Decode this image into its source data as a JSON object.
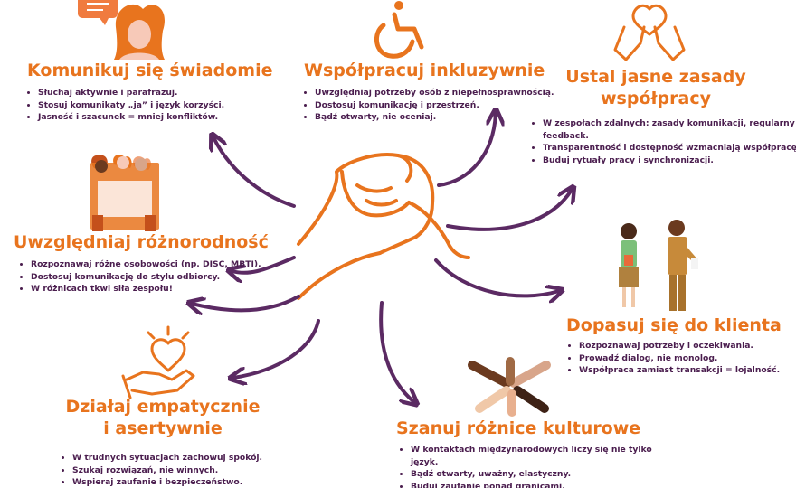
{
  "colors": {
    "accent": "#e8741e",
    "text": "#4a1d4e",
    "arrow": "#5b2a63"
  },
  "icons": [
    "speech-woman-icon",
    "wheelchair-icon",
    "hands-heart-icon",
    "diverse-group-icon",
    "business-people-icon",
    "heart-hands-icon",
    "joined-hands-icon",
    "handshake-icon"
  ],
  "sections": [
    {
      "title": "Komunikuj się świadomie",
      "points": [
        "Słuchaj aktywnie i parafrazuj.",
        "Stosuj komunikaty „ja” i język korzyści.",
        "Jasność i szacunek = mniej konfliktów."
      ]
    },
    {
      "title": "Współpracuj inkluzywnie",
      "points": [
        "Uwzględniaj potrzeby osób z niepełnosprawnością.",
        "Dostosuj komunikację i przestrzeń.",
        "Bądź otwarty, nie oceniaj."
      ]
    },
    {
      "title_lines": [
        "Ustal jasne zasady",
        "współpracy"
      ],
      "points": [
        "W zespołach zdalnych: zasady komunikacji, regularny feedback.",
        "Transparentność i dostępność wzmacniają współpracę.",
        "Buduj rytuały pracy i synchronizacji."
      ]
    },
    {
      "title": "Uwzględniaj różnorodność",
      "points": [
        "Rozpoznawaj różne osobowości (np. DISC, MBTI).",
        "Dostosuj komunikację do stylu odbiorcy.",
        "W różnicach tkwi siła zespołu!"
      ]
    },
    {
      "title": "Dopasuj się do klienta",
      "points": [
        "Rozpoznawaj potrzeby i oczekiwania.",
        "Prowadź dialog, nie monolog.",
        "Współpraca zamiast transakcji = lojalność."
      ]
    },
    {
      "title_lines": [
        "Działaj empatycznie",
        "i asertywnie"
      ],
      "points": [
        "W trudnych sytuacjach zachowuj spokój.",
        "Szukaj rozwiązań, nie winnych.",
        "Wspieraj zaufanie i bezpieczeństwo."
      ]
    },
    {
      "title": "Szanuj różnice kulturowe",
      "points": [
        "W kontaktach międzynarodowych liczy się nie tylko język.",
        "Bądź otwarty, uważny, elastyczny.",
        "Buduj zaufanie ponad granicami."
      ]
    }
  ]
}
